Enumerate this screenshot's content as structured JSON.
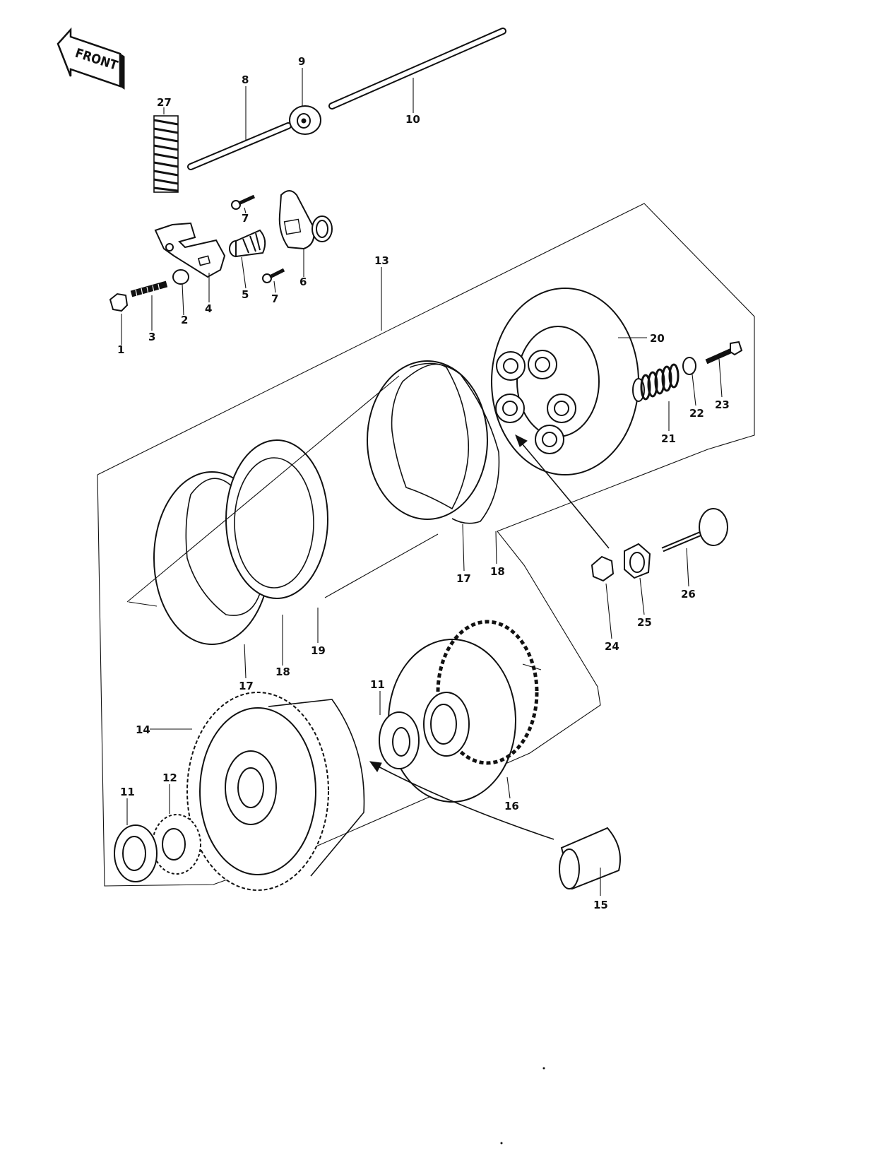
{
  "front_label": "FRONT",
  "callouts": [
    {
      "id": "c1",
      "text": "1"
    },
    {
      "id": "c2",
      "text": "2"
    },
    {
      "id": "c3",
      "text": "3"
    },
    {
      "id": "c4",
      "text": "4"
    },
    {
      "id": "c5",
      "text": "5"
    },
    {
      "id": "c6",
      "text": "6"
    },
    {
      "id": "c7a",
      "text": "7"
    },
    {
      "id": "c7b",
      "text": "7"
    },
    {
      "id": "c8",
      "text": "8"
    },
    {
      "id": "c9",
      "text": "9"
    },
    {
      "id": "c10",
      "text": "10"
    },
    {
      "id": "c11a",
      "text": "11"
    },
    {
      "id": "c11b",
      "text": "11"
    },
    {
      "id": "c12",
      "text": "12"
    },
    {
      "id": "c13",
      "text": "13"
    },
    {
      "id": "c14",
      "text": "14"
    },
    {
      "id": "c15",
      "text": "15"
    },
    {
      "id": "c16",
      "text": "16"
    },
    {
      "id": "c17a",
      "text": "17"
    },
    {
      "id": "c17b",
      "text": "17"
    },
    {
      "id": "c18a",
      "text": "18"
    },
    {
      "id": "c18b",
      "text": "18"
    },
    {
      "id": "c19",
      "text": "19"
    },
    {
      "id": "c20",
      "text": "20"
    },
    {
      "id": "c21",
      "text": "21"
    },
    {
      "id": "c22",
      "text": "22"
    },
    {
      "id": "c23",
      "text": "23"
    },
    {
      "id": "c24",
      "text": "24"
    },
    {
      "id": "c25",
      "text": "25"
    },
    {
      "id": "c26",
      "text": "26"
    },
    {
      "id": "c27",
      "text": "27"
    }
  ]
}
